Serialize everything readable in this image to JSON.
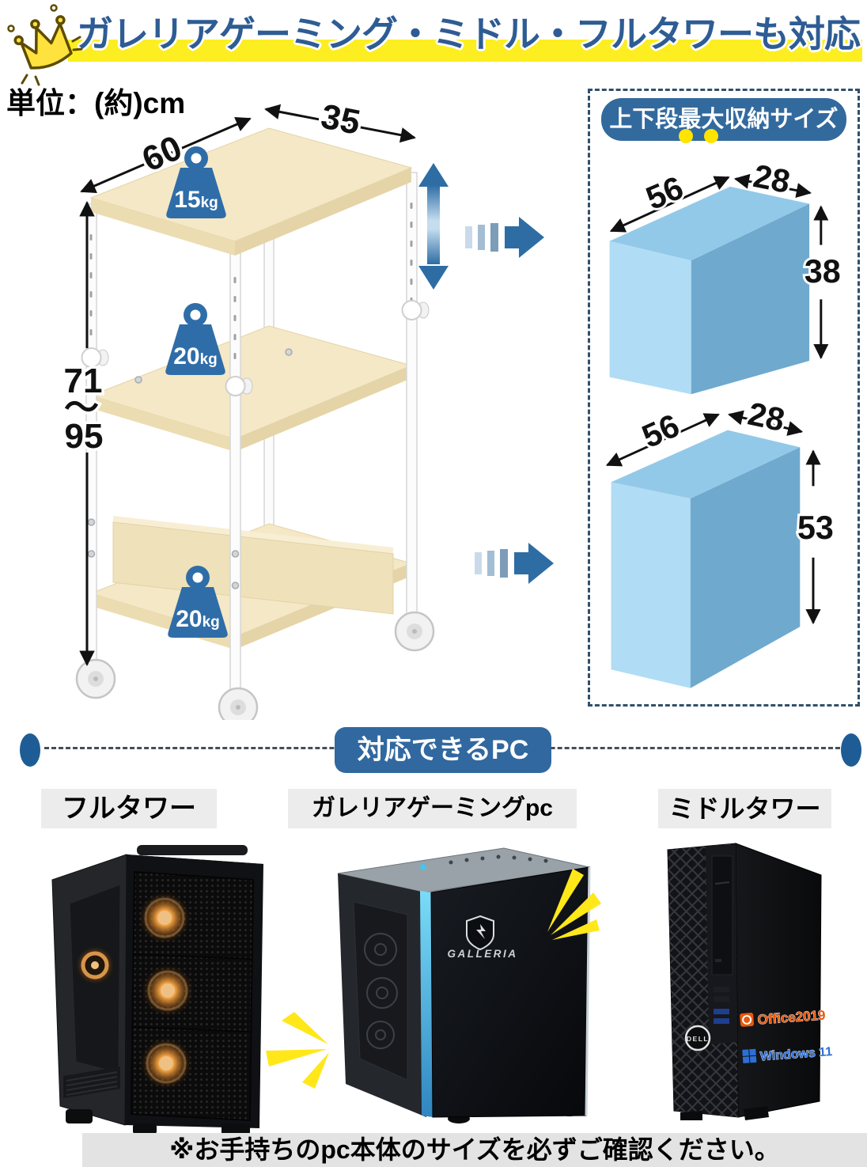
{
  "banner": {
    "title": "ガレリアゲーミング・ミドル・フルタワーも対応"
  },
  "units_note": "単位：(約)cm",
  "cart": {
    "width_cm": "60",
    "depth_cm": "35",
    "height_min": "71",
    "height_tilde": "〜",
    "height_max": "95",
    "load_top_num": "15",
    "load_top_unit": "kg",
    "load_mid_num": "20",
    "load_mid_unit": "kg",
    "load_bottom_num": "20",
    "load_bottom_unit": "kg"
  },
  "storage": {
    "title": "上下段最大収納サイズ",
    "upper": {
      "w": "56",
      "d": "28",
      "h": "38"
    },
    "lower": {
      "w": "56",
      "d": "28",
      "h": "53"
    }
  },
  "compat": {
    "badge": "対応できるPC",
    "pc1_label": "フルタワー",
    "pc2_label": "ガレリアゲーミングpc",
    "pc2_logo": "GALLERIA",
    "pc3_label": "ミドルタワー",
    "pc3_brand": "DELL",
    "pc3_side1": "Office2019",
    "pc3_side2": "Windows 11"
  },
  "footer_note": "※お手持ちのpc本体のサイズを必ずご確認ください。",
  "icons": {
    "crown": "crown-icon",
    "weight": "kettlebell-weight-icon",
    "flow_arrow": "flow-arrow-right-icon",
    "height_adjust": "height-adjust-arrow-icon",
    "spark": "spark-accent-icon"
  },
  "colors": {
    "accent_blue": "#2e6da4",
    "badge_blue": "#336a9e",
    "banner_blue": "#2e5c94",
    "highlight_yellow": "#fcee21",
    "spark_yellow": "#ffe71a",
    "box_blue_top": "#93c9e8",
    "box_blue_light": "#b0ddf5",
    "box_blue_dark": "#6fa9ce",
    "wood": "#f5e8c6"
  }
}
